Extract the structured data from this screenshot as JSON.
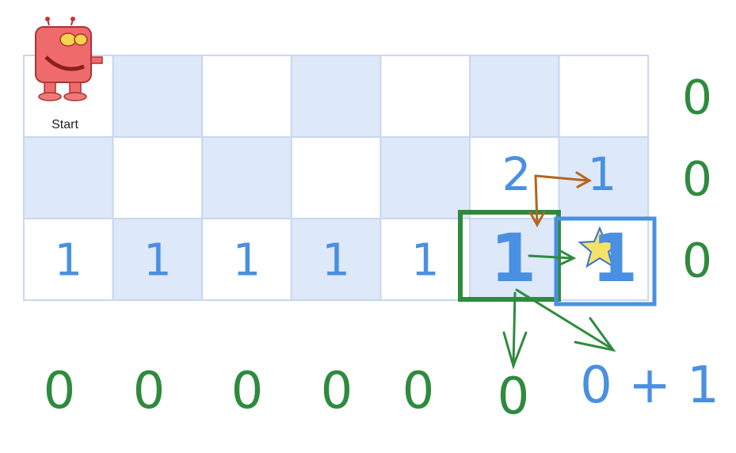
{
  "start_label": "Start",
  "grid": {
    "rows": 3,
    "cols": 7,
    "cell_values": [
      [
        "",
        "",
        "",
        "",
        "",
        "",
        ""
      ],
      [
        "",
        "",
        "",
        "",
        "",
        "2",
        "1"
      ],
      [
        "1",
        "1",
        "1",
        "1",
        "1",
        "1",
        "1"
      ]
    ]
  },
  "right_column": [
    "0",
    "0",
    "0"
  ],
  "bottom_row": [
    "0",
    "0",
    "0",
    "0",
    "0",
    "0",
    "0 + 1"
  ],
  "colors": {
    "cell_light": "#dde8f8",
    "cell_white": "#ffffff",
    "cell_border": "#c9d8f0",
    "blue_number": "#4a90e2",
    "green": "#2e8b3e",
    "orange_arrow": "#b5651d",
    "star": "#f4e36a",
    "robot": "#e05050"
  },
  "icons": [
    "robot-icon",
    "star-icon"
  ]
}
